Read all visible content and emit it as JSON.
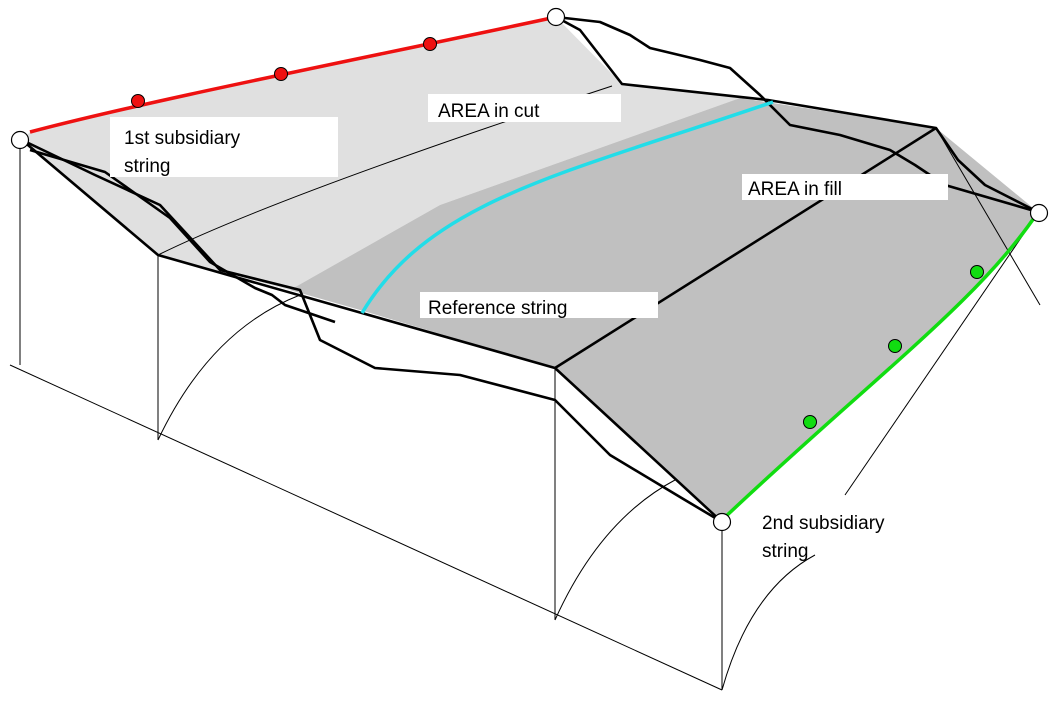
{
  "labels": {
    "first_string_line1": "1st subsidiary",
    "first_string_line2": "string",
    "area_cut": "AREA in cut",
    "area_fill": "AREA in fill",
    "reference_string": "Reference string",
    "second_string_line1": "2nd subsidiary",
    "second_string_line2": "string"
  },
  "colors": {
    "first_subsidiary_string": "#ee1111",
    "reference_string": "#22dde8",
    "second_subsidiary_string": "#11dd11",
    "cut_area": "#e0e0e0",
    "fill_area": "#c0c0c0",
    "outline": "#000000"
  }
}
